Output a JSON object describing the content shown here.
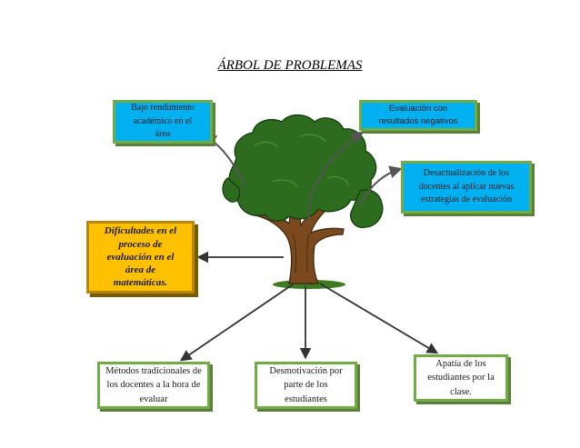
{
  "title": "ÁRBOL DE PROBLEMAS",
  "core_problem": [
    "Dificultades en el",
    "proceso de",
    "evaluación en el",
    "área de",
    "matemáticas."
  ],
  "effects": [
    {
      "lines": [
        "Bajo rendimiento",
        "académico en el",
        "área"
      ]
    },
    {
      "lines": [
        "Evaluación con",
        "resultados negativos"
      ]
    },
    {
      "lines": [
        "Desactualización de los",
        "docentes al aplicar nuevas",
        "estrategias de evaluación"
      ]
    }
  ],
  "causes": [
    {
      "lines": [
        "Métodos tradicionales de",
        "los docentes a la hora de",
        "evaluar"
      ]
    },
    {
      "lines": [
        "Desmotivación por",
        "parte de los",
        "estudiantes"
      ]
    },
    {
      "lines": [
        "Apatía de los",
        "estudiantes por la",
        "clase."
      ]
    }
  ],
  "colors": {
    "effect_fill": "#00b0f0",
    "border_green": "#70ad47",
    "core_fill": "#ffc000",
    "foliage": "#2d6b1f",
    "trunk": "#7a4a1e"
  },
  "icons": [
    "tree-icon",
    "arrow-icon"
  ]
}
